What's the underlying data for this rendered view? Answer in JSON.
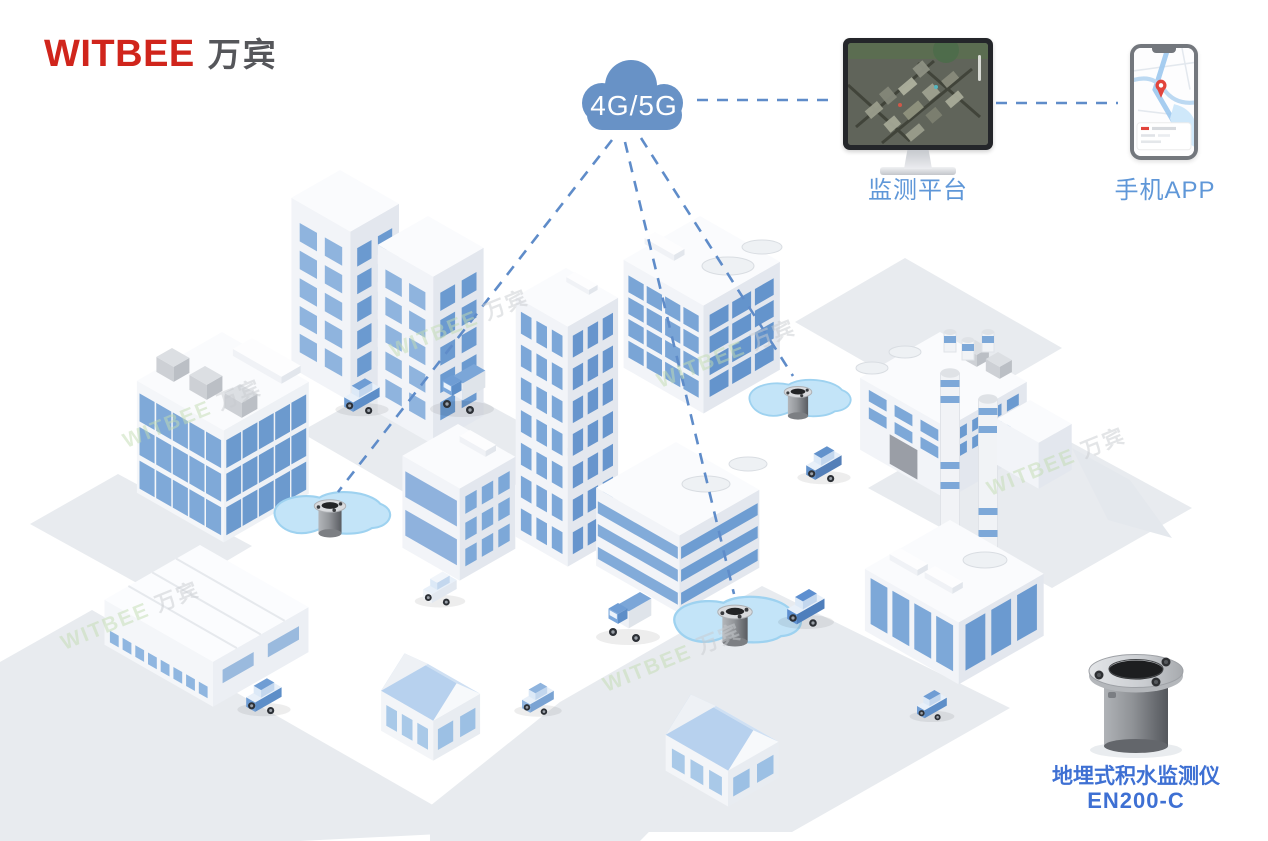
{
  "logo": {
    "brand": "WITBEE",
    "cn": "万宾"
  },
  "cloud": {
    "label": "4G/5G"
  },
  "platform": {
    "label": "监测平台"
  },
  "mobile": {
    "label": "手机APP"
  },
  "device": {
    "name": "地埋式积水监测仪",
    "model": "EN200-C"
  },
  "watermark": {
    "brand": "WITBEE",
    "cn": "万宾"
  },
  "colors": {
    "brand_red": "#d0251c",
    "logo_cn": "#55565a",
    "cloud_blue": "#6892c6",
    "line_blue": "#5f8cc9",
    "label_blue": "#5f97d8",
    "device_label_blue": "#3e70d3",
    "window_blue": "#7da8d9",
    "puddle_blue": "#c3e4f8"
  }
}
